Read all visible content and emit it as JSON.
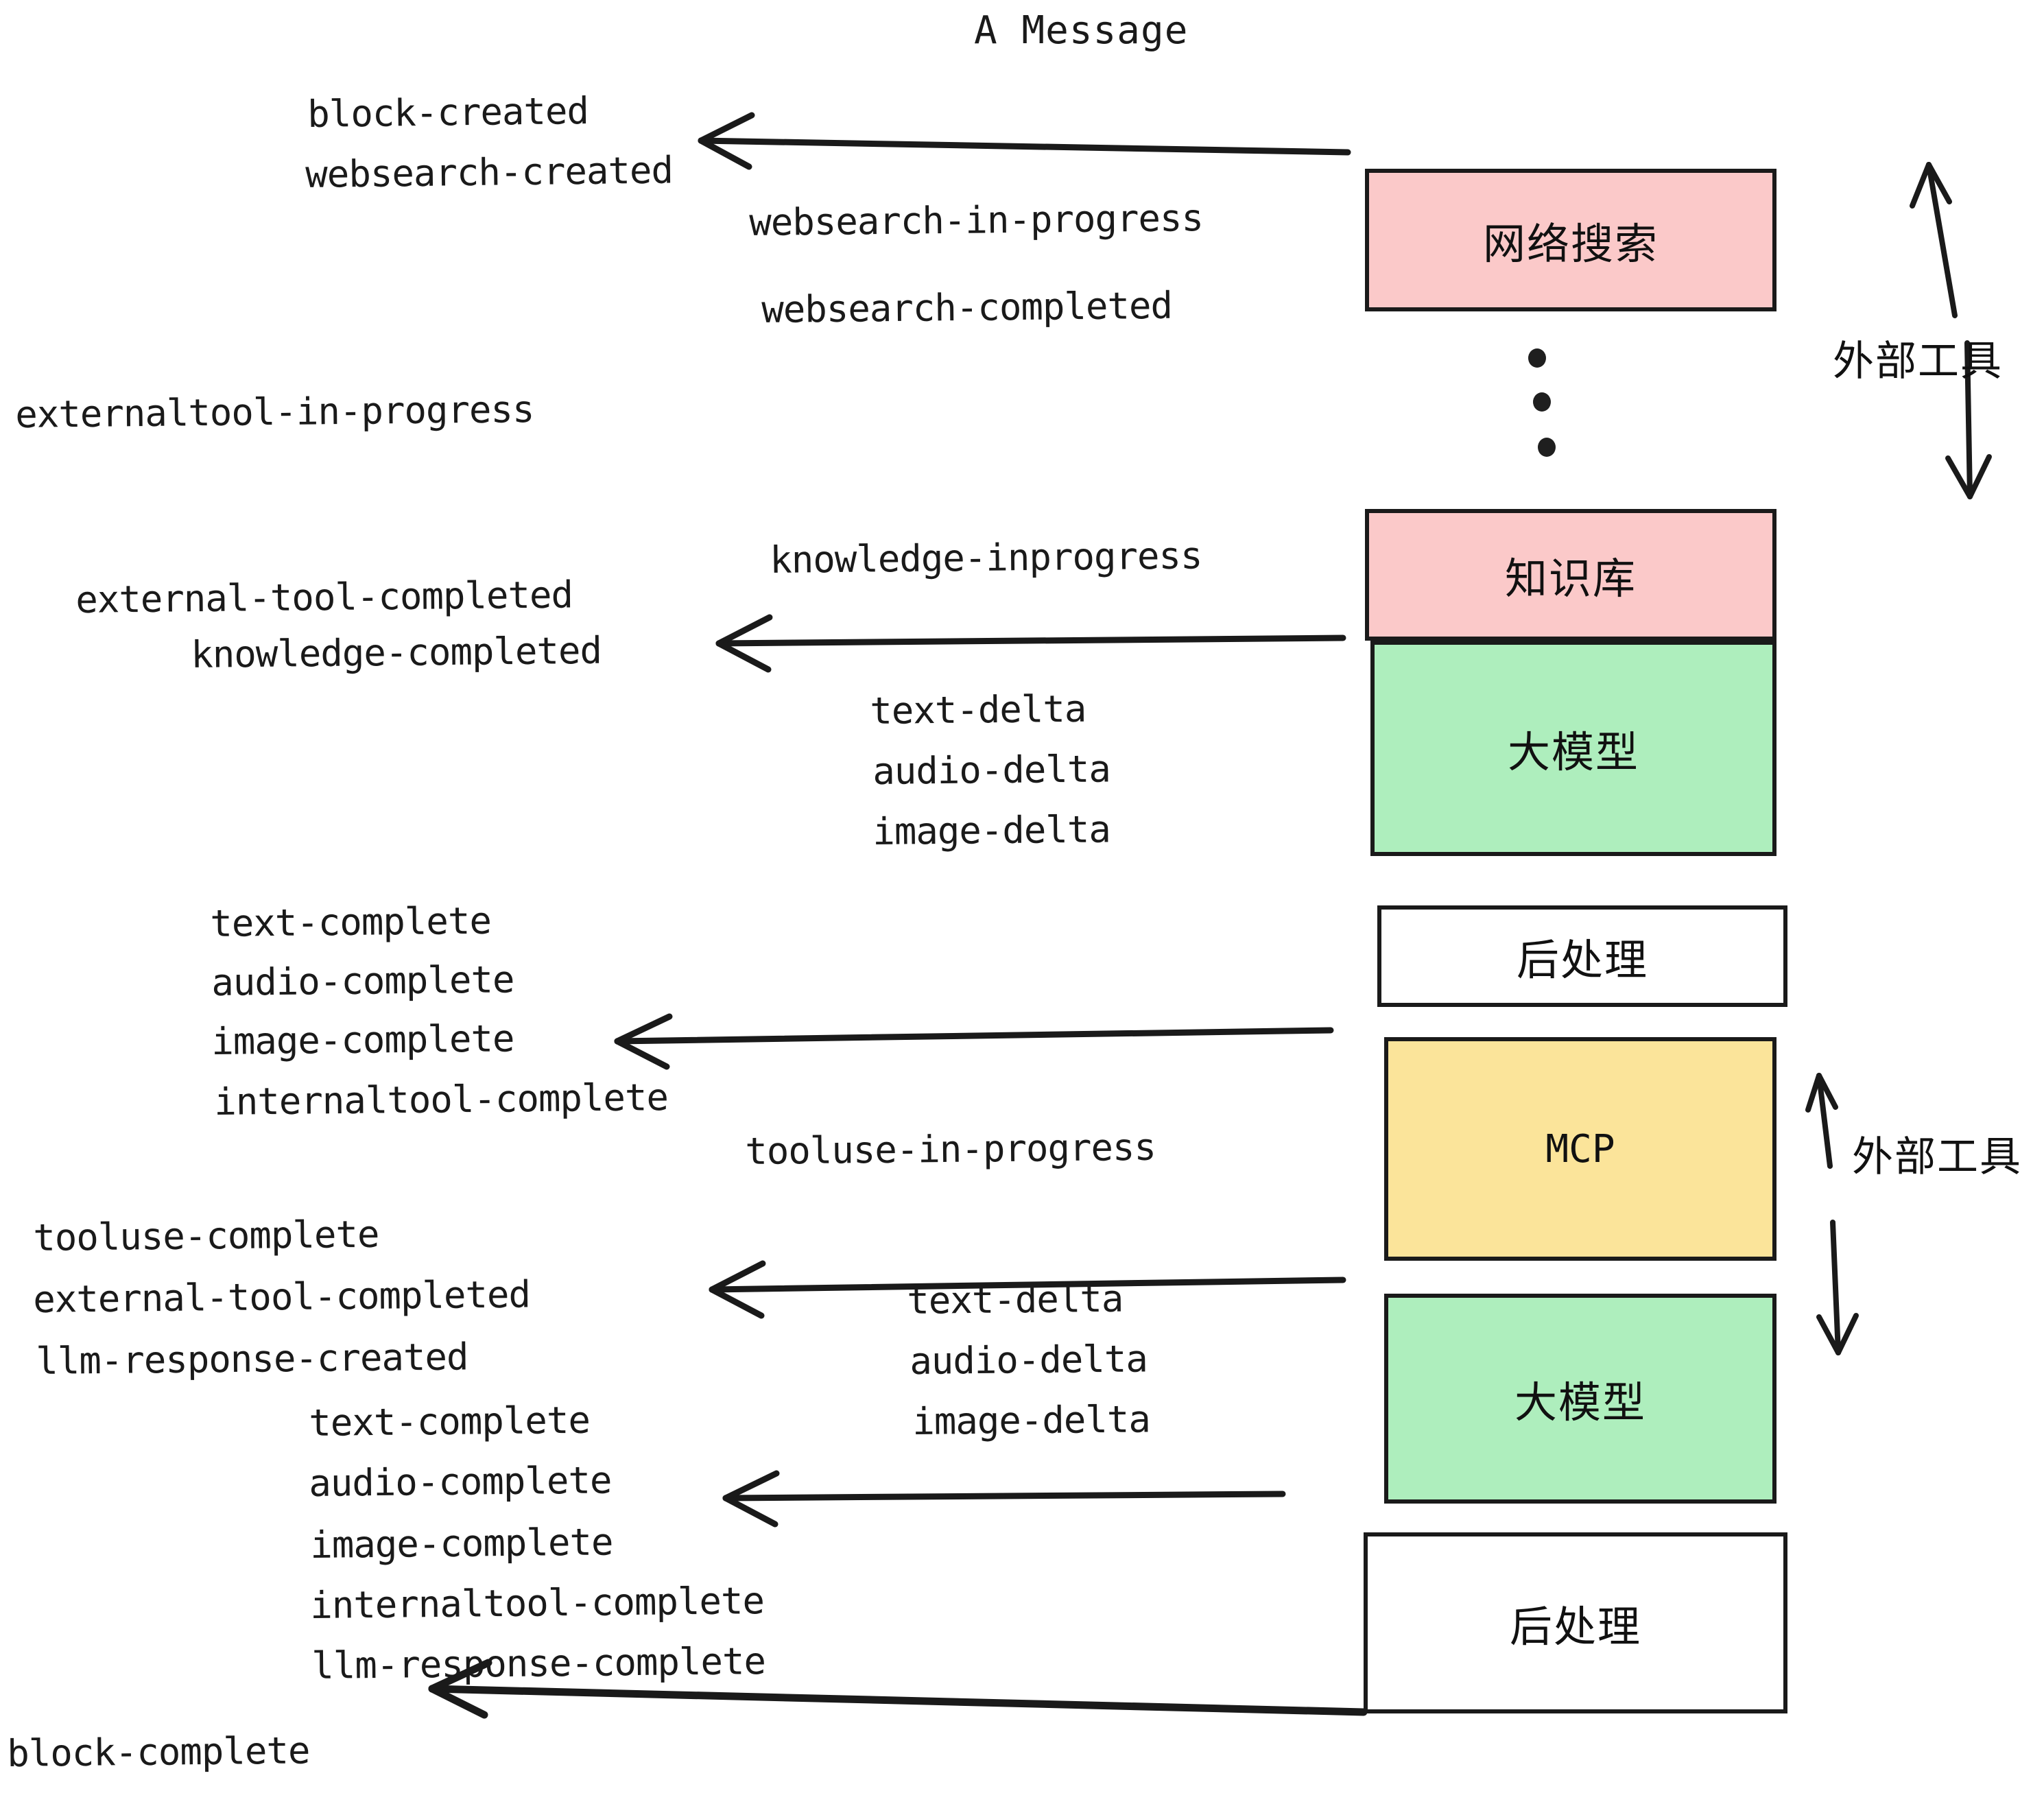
{
  "title": "A Message",
  "colors": {
    "pink": "#fbc9c9",
    "green": "#aeeebd",
    "yellow": "#fbe49a",
    "white": "#ffffff",
    "stroke": "#1a1a1a",
    "text": "#111111"
  },
  "boxes": [
    {
      "id": "websearch",
      "label": "网络搜索",
      "fill": "pink"
    },
    {
      "id": "knowledge",
      "label": "知识库",
      "fill": "pink"
    },
    {
      "id": "llm-1",
      "label": "大模型",
      "fill": "green"
    },
    {
      "id": "postprocess-1",
      "label": "后处理",
      "fill": "white"
    },
    {
      "id": "mcp",
      "label": "MCP",
      "fill": "yellow"
    },
    {
      "id": "llm-2",
      "label": "大模型",
      "fill": "green"
    },
    {
      "id": "postprocess-2",
      "label": "后处理",
      "fill": "white"
    }
  ],
  "side_labels": [
    {
      "id": "external-tools-top",
      "label": "外部工具"
    },
    {
      "id": "external-tools-bottom",
      "label": "外部工具"
    }
  ],
  "events": [
    {
      "id": "block-created",
      "text": "block-created"
    },
    {
      "id": "websearch-created",
      "text": "websearch-created"
    },
    {
      "id": "websearch-in-progress",
      "text": "websearch-in-progress"
    },
    {
      "id": "websearch-completed",
      "text": "websearch-completed"
    },
    {
      "id": "externaltool-in-progress",
      "text": "externaltool-in-progress"
    },
    {
      "id": "knowledge-inprogress",
      "text": "knowledge-inprogress"
    },
    {
      "id": "external-tool-completed-1",
      "text": "external-tool-completed"
    },
    {
      "id": "knowledge-completed",
      "text": "knowledge-completed"
    },
    {
      "id": "text-delta-1",
      "text": "text-delta"
    },
    {
      "id": "audio-delta-1",
      "text": "audio-delta"
    },
    {
      "id": "image-delta-1",
      "text": "image-delta"
    },
    {
      "id": "text-complete-1",
      "text": "text-complete"
    },
    {
      "id": "audio-complete-1",
      "text": "audio-complete"
    },
    {
      "id": "image-complete-1",
      "text": "image-complete"
    },
    {
      "id": "internaltool-complete-1",
      "text": "internaltool-complete"
    },
    {
      "id": "tooluse-in-progress",
      "text": "tooluse-in-progress"
    },
    {
      "id": "tooluse-complete",
      "text": "tooluse-complete"
    },
    {
      "id": "external-tool-completed-2",
      "text": "external-tool-completed"
    },
    {
      "id": "llm-response-created",
      "text": "llm-response-created"
    },
    {
      "id": "text-delta-2",
      "text": "text-delta"
    },
    {
      "id": "audio-delta-2",
      "text": "audio-delta"
    },
    {
      "id": "image-delta-2",
      "text": "image-delta"
    },
    {
      "id": "text-complete-2",
      "text": "text-complete"
    },
    {
      "id": "audio-complete-2",
      "text": "audio-complete"
    },
    {
      "id": "image-complete-2",
      "text": "image-complete"
    },
    {
      "id": "internaltool-complete-2",
      "text": "internaltool-complete"
    },
    {
      "id": "llm-response-complete",
      "text": "llm-response-complete"
    },
    {
      "id": "block-complete",
      "text": "block-complete"
    }
  ]
}
